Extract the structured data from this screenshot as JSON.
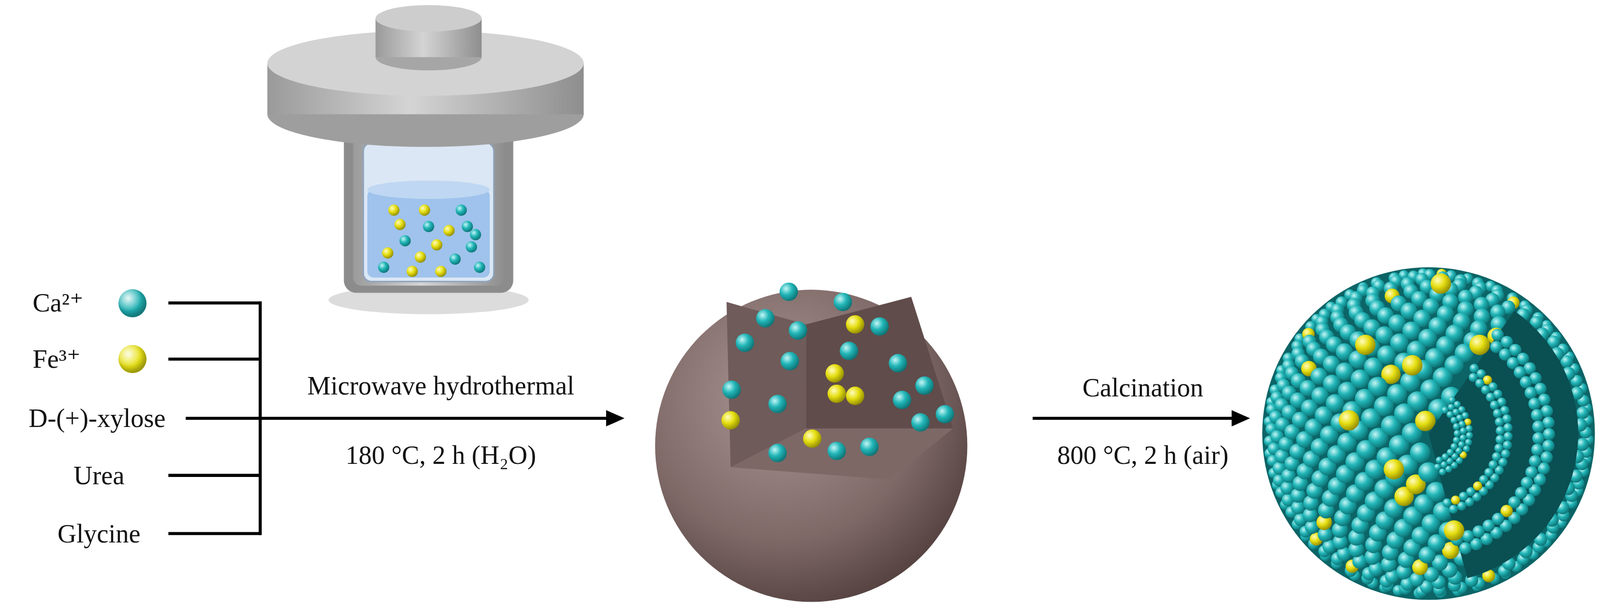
{
  "diagram": {
    "labels": [
      "D-(+)-xylose",
      "Urea",
      "Glycine",
      "Microwave hydrothermal",
      "180 °C, 2 h (H₂O)",
      "Calcination",
      "800 °C, 2 h (air)"
    ],
    "legend": [
      {
        "text": "Ca²⁺",
        "color": "#20b2b4"
      },
      {
        "text": "Fe³⁺",
        "color": "#e8e214"
      }
    ]
  }
}
